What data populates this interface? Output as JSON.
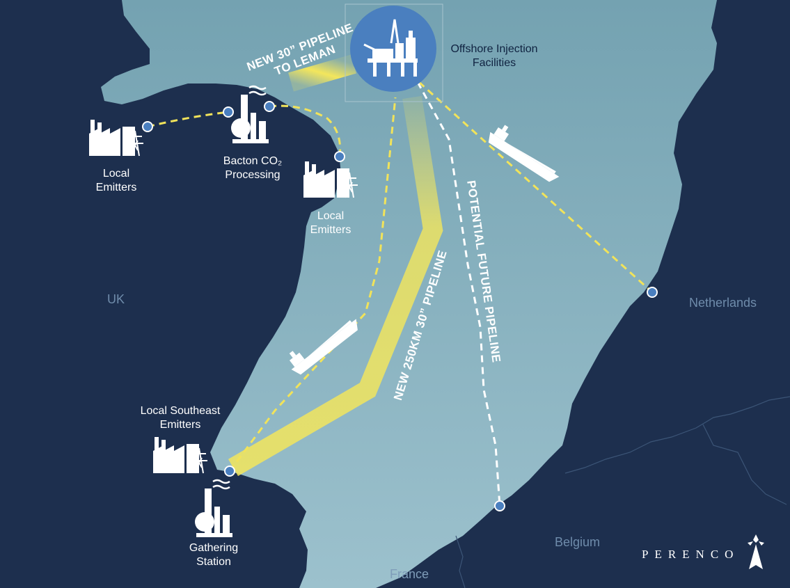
{
  "labels": {
    "offshore": [
      "Offshore Injection",
      "Facilities"
    ],
    "local_emitters_left": [
      "Local",
      "Emitters"
    ],
    "bacton": [
      "Bacton CO₂",
      "Processing"
    ],
    "local_emitters_right": [
      "Local",
      "Emitters"
    ],
    "local_southeast": [
      "Local Southeast",
      "Emitters"
    ],
    "gathering": [
      "Gathering",
      "Station"
    ]
  },
  "pipelines": {
    "leman": [
      "NEW 30” PIPELINE",
      "TO LEMAN"
    ],
    "main": "NEW 250KM 30” PIPELINE",
    "future": "POTENTIAL FUTURE PIPELINE"
  },
  "countries": {
    "uk": "UK",
    "netherlands": "Netherlands",
    "belgium": "Belgium",
    "france": "France"
  },
  "logo": "PERENCO",
  "colors": {
    "land": "#1d2f4e",
    "sea": "#86aebc",
    "pipeline_yellow": "#f1e35a",
    "node_blue": "#4a7fbf",
    "icon_white": "#ffffff"
  },
  "icons": [
    "offshore-platform-icon",
    "factory-pylon-icon",
    "processing-plant-icon",
    "ship-icon",
    "perenco-logo-icon"
  ]
}
